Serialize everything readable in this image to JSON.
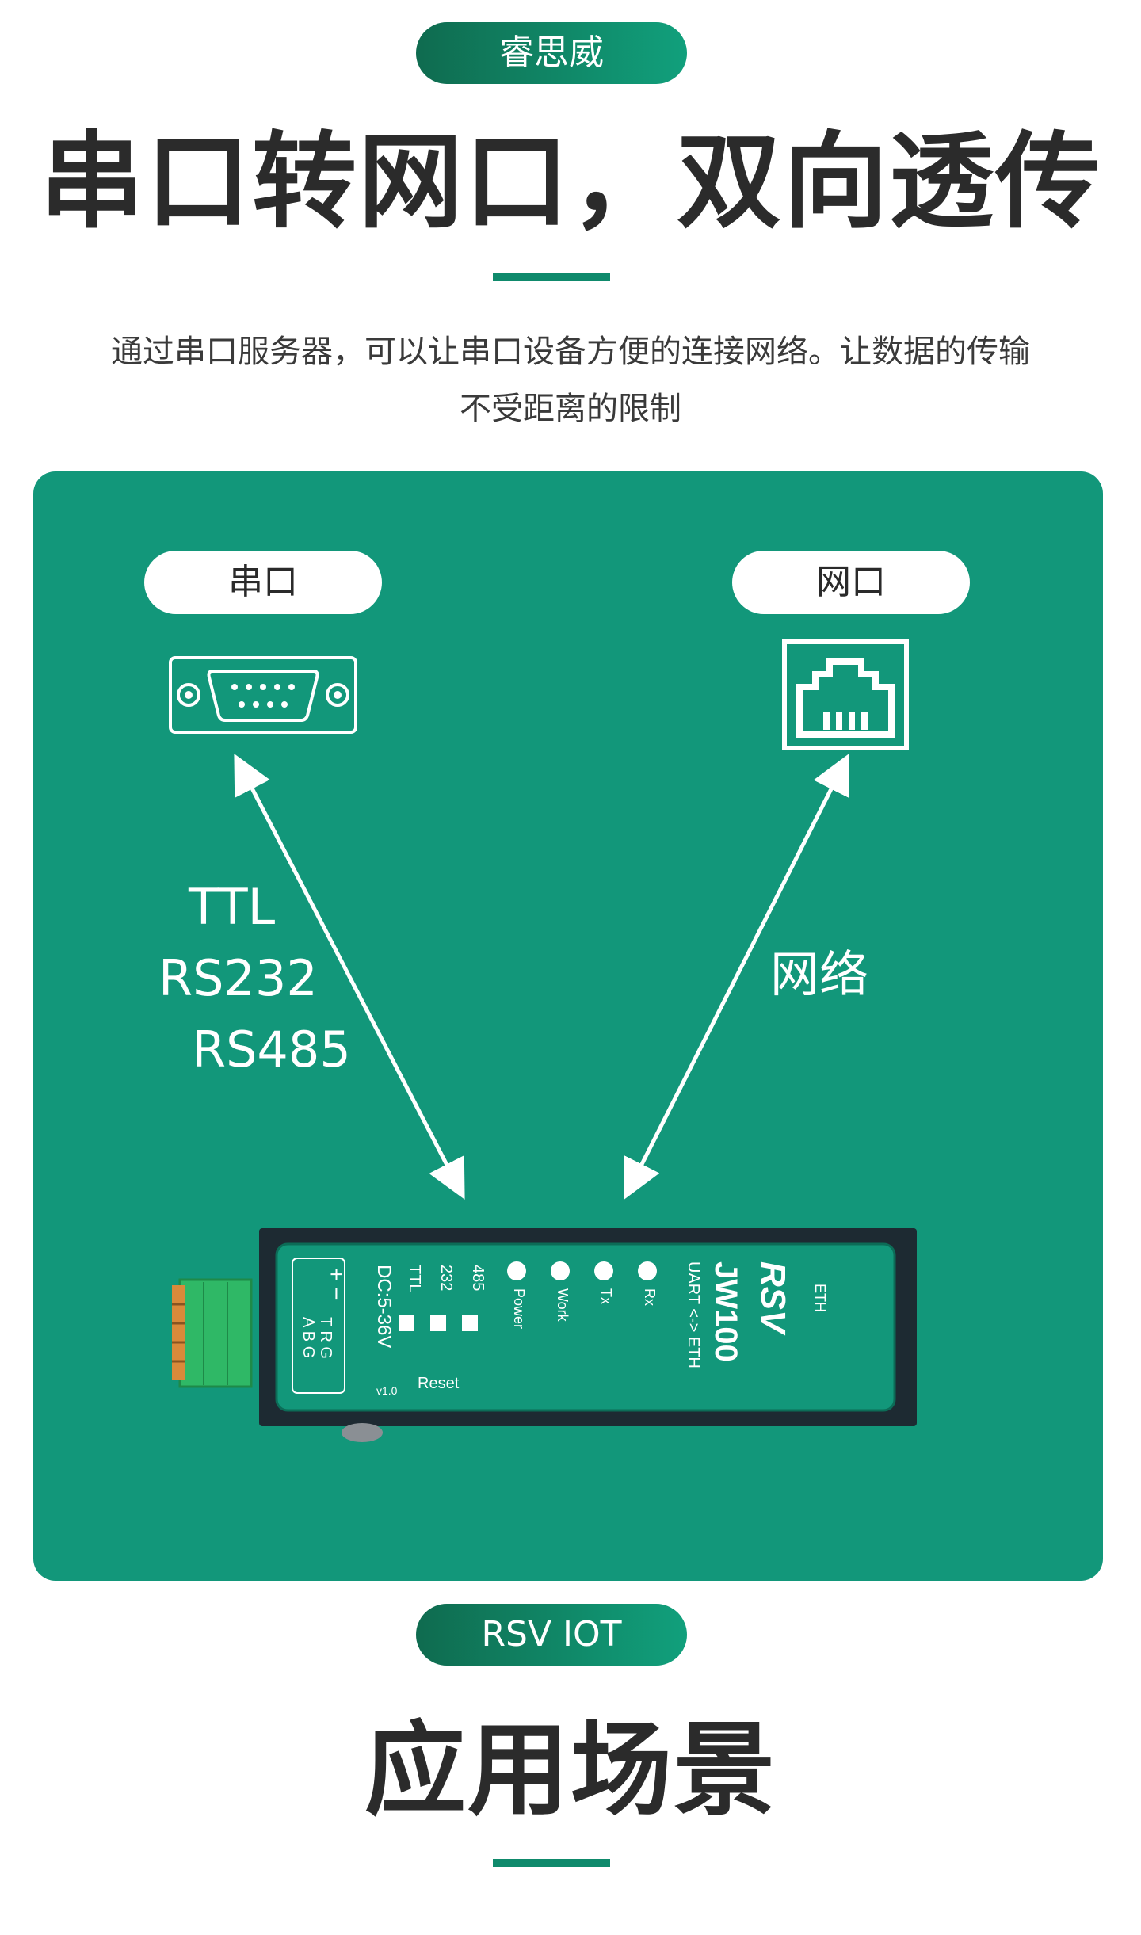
{
  "top_badge": "睿思威",
  "headline": "串口转网口，双向透传",
  "description_line1": "通过串口服务器，可以让串口设备方便的连接网络。让数据的传输",
  "description_line2": "不受距离的限制",
  "panel": {
    "serial_tag": "串口",
    "network_tag": "网口",
    "serial_labels": [
      "TTL",
      "RS232",
      "RS485"
    ],
    "network_label": "网络",
    "device": {
      "brand": "RSV",
      "model": "JW100",
      "mode": "UART <-> ETH",
      "eth": "ETH",
      "leds": [
        "Rx",
        "Tx",
        "Work",
        "Power"
      ],
      "switches": [
        "485",
        "232",
        "TTL"
      ],
      "power": "DC:5-36V",
      "version": "v1.0",
      "reset": "Reset",
      "terminal_top": "+ −",
      "terminal_row1": "T R G",
      "terminal_row2": "A B G"
    }
  },
  "bottom_badge": "RSV IOT",
  "section_title": "应用场景",
  "colors": {
    "brand_green": "#12977a",
    "dark_green": "#0f6b4f",
    "device_body": "#1d2a32"
  }
}
